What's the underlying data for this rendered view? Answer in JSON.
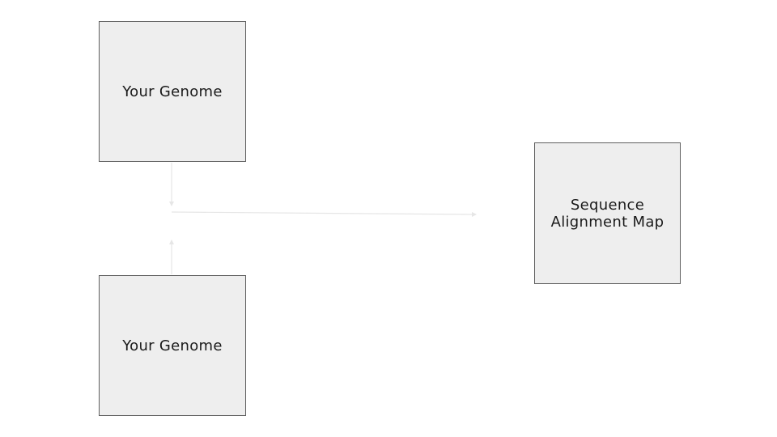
{
  "diagram": {
    "colors": {
      "node_fill": "#eeeeee",
      "node_border": "#5f5f5f",
      "connector": "#e6e6e6",
      "text": "#1a1a1a"
    },
    "nodes": [
      {
        "id": "node-top",
        "label": "Your Genome"
      },
      {
        "id": "node-bottom",
        "label": "Your Genome"
      },
      {
        "id": "node-right",
        "label": "Sequence\nAlignment Map"
      }
    ],
    "edges": [
      {
        "from": "node-top",
        "to": "junction"
      },
      {
        "from": "node-bottom",
        "to": "junction"
      },
      {
        "from": "junction",
        "to": "node-right"
      }
    ]
  }
}
